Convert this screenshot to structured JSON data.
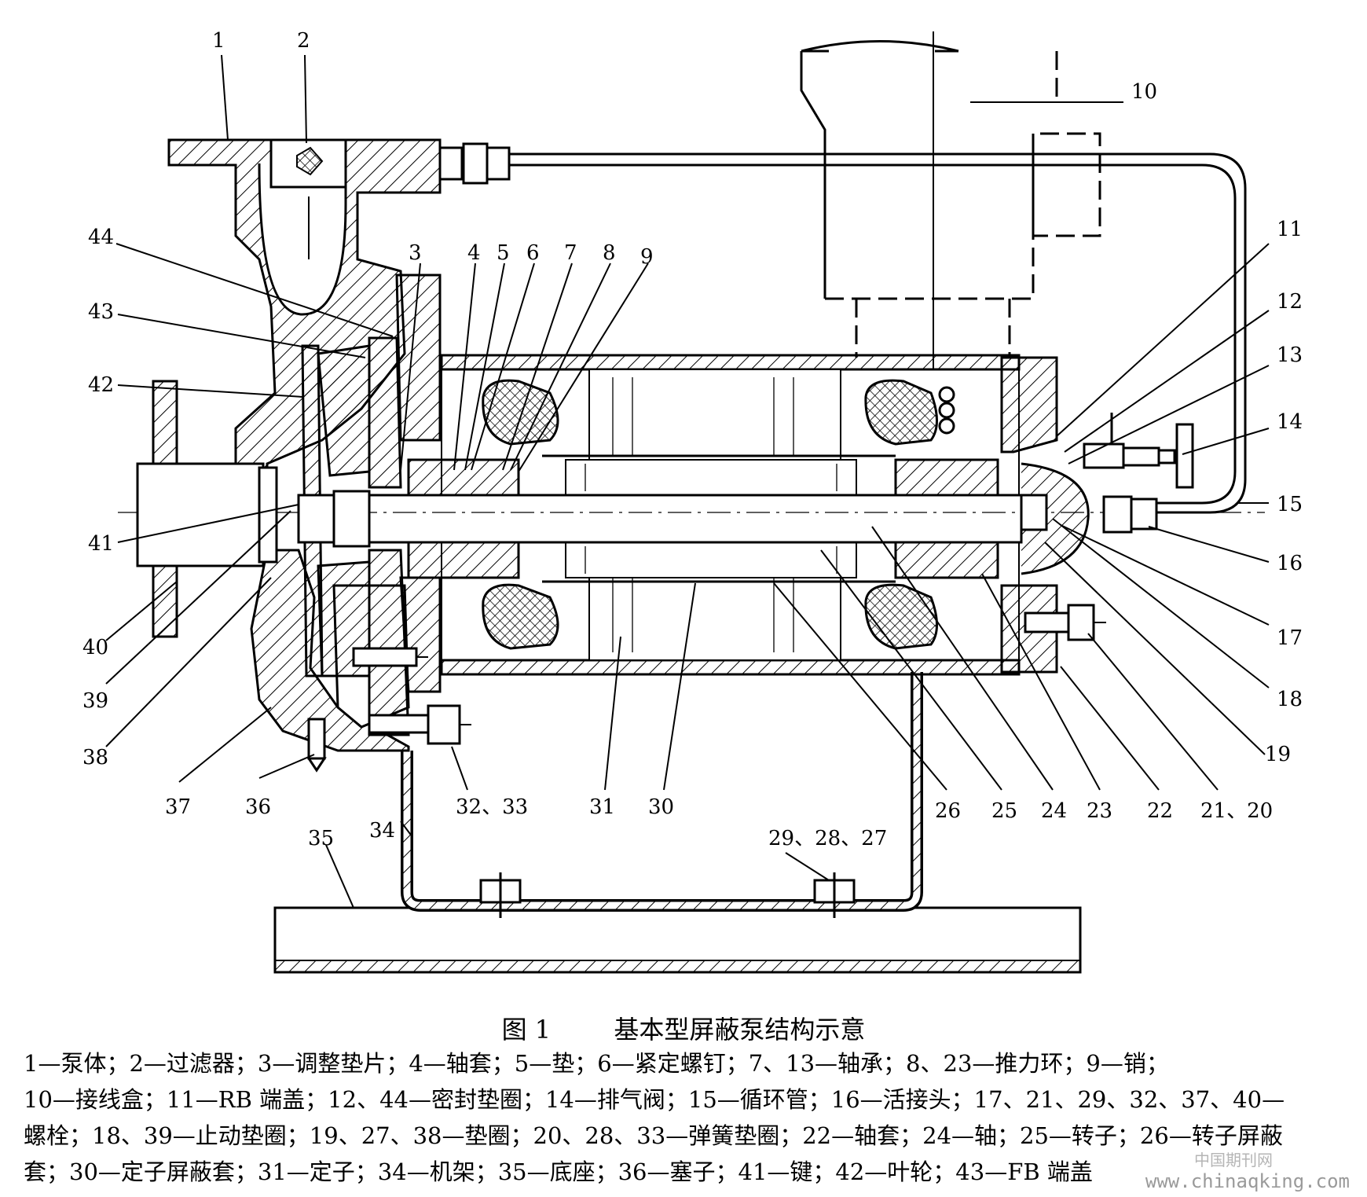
{
  "figure": {
    "number": "图 1",
    "title": "基本型屏蔽泵结构示意"
  },
  "legend_lines": [
    "1—泵体；2—过滤器；3—调整垫片；4—轴套；5—垫；6—紧定螺钉；7、13—轴承；8、23—推力环；9—销；",
    "10—接线盒；11—RB 端盖；12、44—密封垫圈；14—排气阀；15—循环管；16—活接头；17、21、29、32、37、40—",
    "螺栓；18、39—止动垫圈；19、27、38—垫圈；20、28、33—弹簧垫圈；22—轴套；24—轴；25—转子；26—转子屏蔽",
    "套；30—定子屏蔽套；31—定子；34—机架；35—底座；36—塞子；41—键；42—叶轮；43—FB 端盖"
  ],
  "labels": [
    "1",
    "2",
    "3",
    "4",
    "5",
    "6",
    "7",
    "8",
    "9",
    "10",
    "11",
    "12",
    "13",
    "14",
    "15",
    "16",
    "17",
    "18",
    "19",
    "21、20",
    "22",
    "23",
    "24",
    "25",
    "26",
    "29、28、27",
    "30",
    "31",
    "32、33",
    "34",
    "35",
    "36",
    "37",
    "38",
    "39",
    "40",
    "41",
    "42",
    "43",
    "44"
  ],
  "watermark": {
    "url": "www.chinaqking.com",
    "site_cn": "中国期刊网"
  }
}
